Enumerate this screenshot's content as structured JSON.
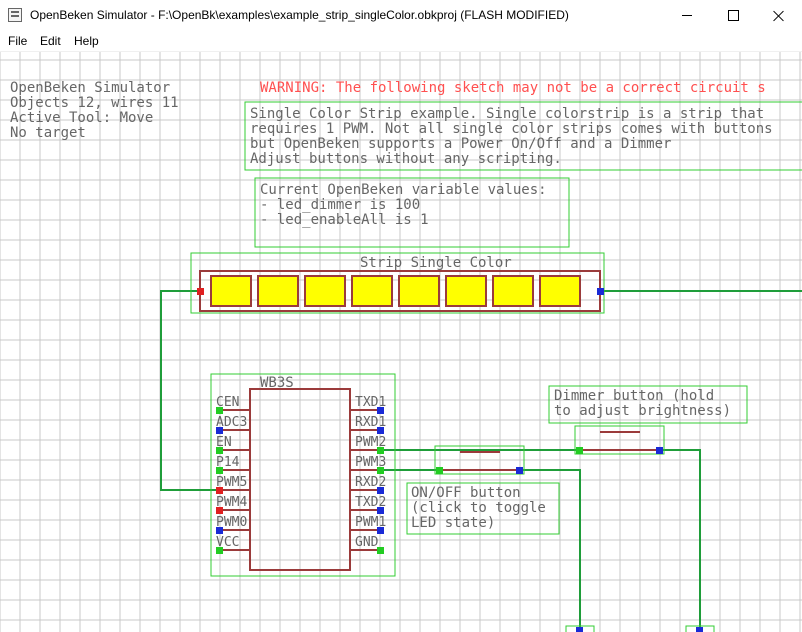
{
  "window": {
    "title": "OpenBeken Simulator - F:\\OpenBk\\examples\\example_strip_singleColor.obkproj (FLASH MODIFIED)"
  },
  "menu": {
    "items": [
      "File",
      "Edit",
      "Help"
    ]
  },
  "status": {
    "line1": "OpenBeken Simulator",
    "line2": "Objects 12, wires 11",
    "line3": "Active Tool: Move",
    "line4": " No target"
  },
  "warning": "WARNING: The following sketch may not be a correct circuit s",
  "description": {
    "lines": [
      "Single Color Strip example. Single colorstrip is a strip that",
      "requires 1 PWM. Not all single color strips comes with buttons",
      "but OpenBeken supports a Power On/Off and a Dimmer",
      "Adjust buttons without any scripting."
    ]
  },
  "variables": {
    "lines": [
      "Current OpenBeken variable values:",
      "- led_dimmer is 100",
      "- led_enableAll is 1"
    ]
  },
  "strip": {
    "label": "Strip Single Color",
    "led_count": 8
  },
  "chip": {
    "label": "WB3S",
    "left_pins": [
      "CEN",
      "ADC3",
      "EN",
      "P14",
      "PWM5",
      "PWM4",
      "PWM0",
      "VCC"
    ],
    "right_pins": [
      "TXD1",
      "RXD1",
      "PWM2",
      "PWM3",
      "RXD2",
      "TXD2",
      "PWM1",
      "GND"
    ]
  },
  "onoff_button": {
    "lines": [
      "ON/OFF button",
      "(click to toggle",
      "LED state)"
    ]
  },
  "dimmer_button": {
    "lines": [
      "Dimmer button (hold",
      "to adjust brightness)"
    ]
  },
  "colors": {
    "grid": "#c8c8c8",
    "wire": "#1f9d3a",
    "component": "#9b3b3b",
    "led_fill": "#ffff00",
    "selection_box": "#33cc33",
    "pin_red": "#e02020",
    "pin_blue": "#1a2ad6",
    "pin_green": "#22cc22",
    "text_gray": "#666666",
    "warning": "#ff5050"
  }
}
